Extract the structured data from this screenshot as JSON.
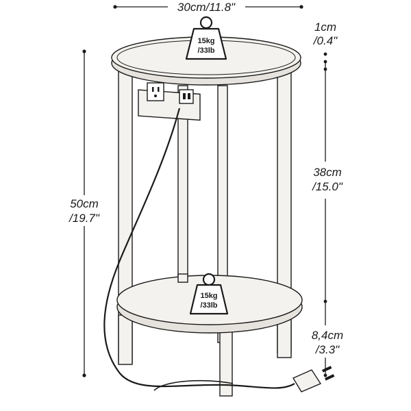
{
  "dimensions": {
    "width_top": "30cm/11.8\"",
    "top_thickness_cm": "1cm",
    "top_thickness_in": "/0.4\"",
    "total_height_cm": "50cm",
    "total_height_in": "/19.7\"",
    "shelf_gap_cm": "38cm",
    "shelf_gap_in": "/15.0\"",
    "leg_height_cm": "8,4cm",
    "leg_height_in": "/3.3\""
  },
  "load_top": {
    "kg": "15kg",
    "lb": "/33lb"
  },
  "load_bottom": {
    "kg": "15kg",
    "lb": "/33lb"
  },
  "colors": {
    "ink": "#1a1a1a",
    "wood": "#f4f2ee",
    "wood_shade": "#d9d5cf"
  }
}
